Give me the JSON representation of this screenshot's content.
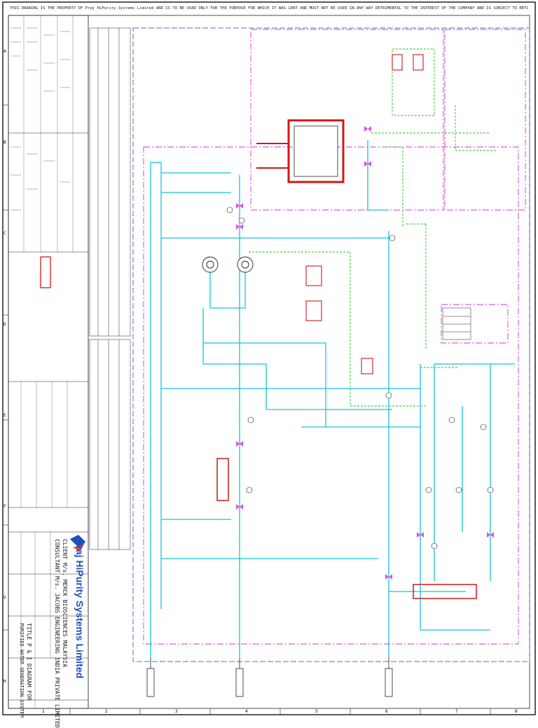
{
  "header": {
    "property_notice": "THIS DRAWING IS THE PROPERTY OF Praj HiPurity Systems Limited AND IS TO BE USED ONLY FOR THE PURPOSE FOR WHICH IT WAS LENT AND MUST NOT BE USED IN ANY WAY DETRIMENTAL TO THE INTEREST OF THE COMPANY AND IS SUBJECT TO RETURN ON DEMAND"
  },
  "border": {
    "top_numbers": [
      "1",
      "2",
      "3",
      "4",
      "5",
      "6",
      "7",
      "8"
    ],
    "side_letters": [
      "A",
      "B",
      "C",
      "D",
      "E",
      "F",
      "G",
      "H"
    ]
  },
  "title_block": {
    "company": "Praj HiPurity Systems Limited",
    "client_label": "CLIENT",
    "client": "M/s. MERCK BIOSCIENCES MALAYSIA",
    "consultant_label": "CONSULTANT",
    "consultant": "M/s. JACOBS ENGINEERING INDIA PRIVATE LIMITED",
    "title_label": "TITLE",
    "title": "P & I DIAGRAM FOR",
    "system": "PURIFIED WATER GENERATION SYSTEM"
  },
  "colors": {
    "water_line": "#12c6d6",
    "signal_line": "#1cc21c",
    "boundary": "#d633d6",
    "frame": "#5a6fd6",
    "equipment_red": "#d01818",
    "ink": "#222222"
  },
  "icons": [
    "praj-logo-icon",
    "storage-tank-icon",
    "pump-icon",
    "valve-icon",
    "heat-exchanger-icon",
    "filter-housing-icon",
    "instrument-bubble-icon"
  ]
}
